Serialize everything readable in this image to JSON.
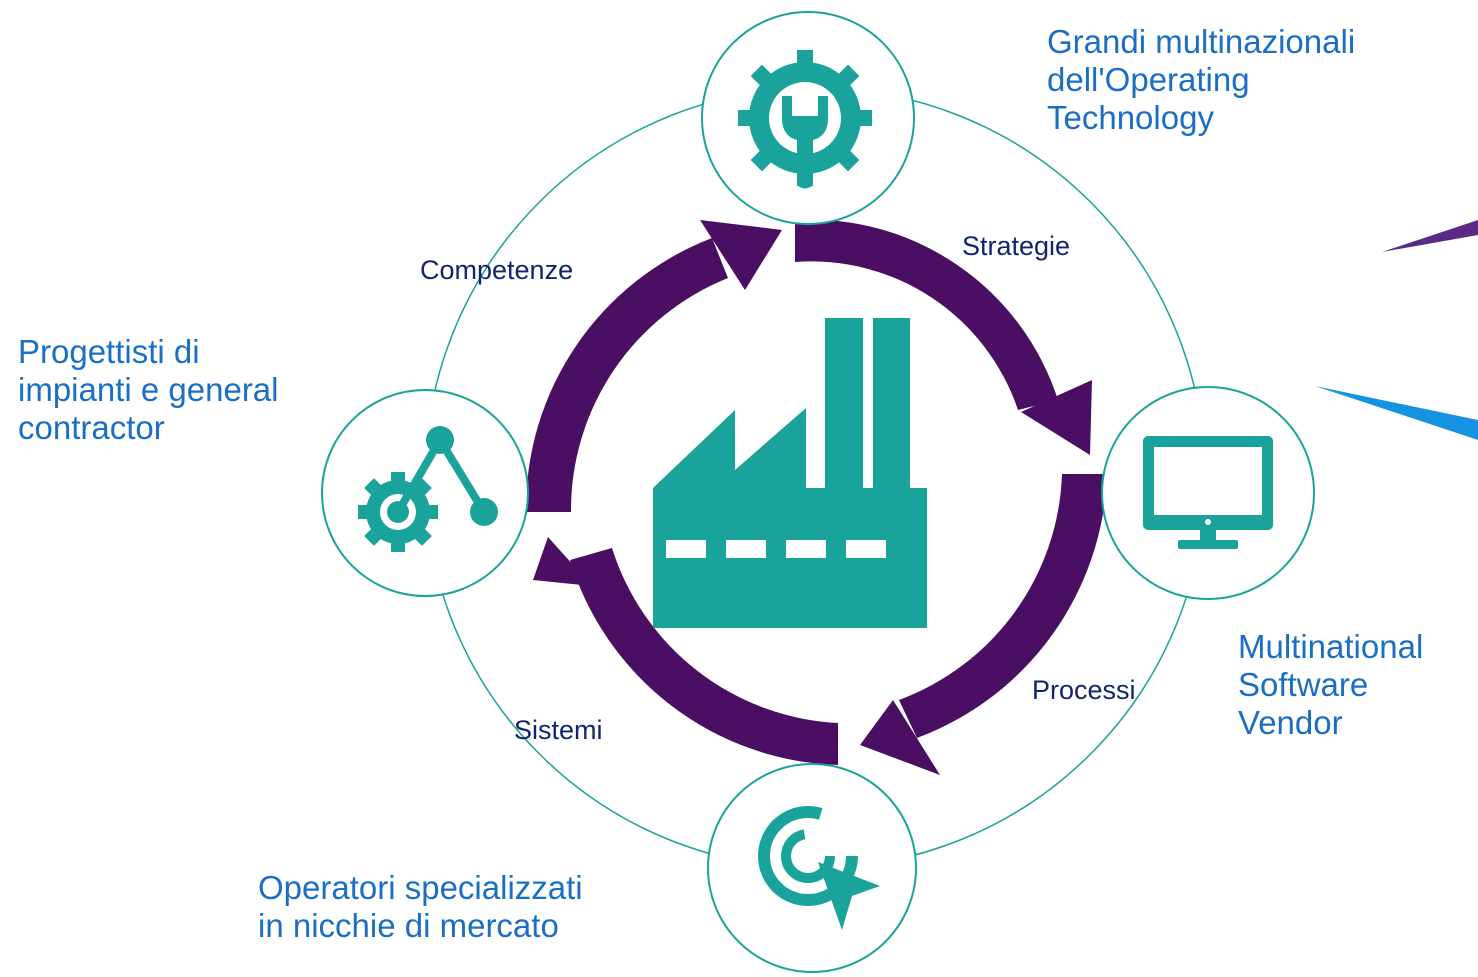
{
  "colors": {
    "teal": "#1aa39a",
    "purple": "#4a0f63",
    "label_blue": "#1a6fc4",
    "edge_navy": "#12246e",
    "blue_accent": "#1592e0"
  },
  "center": {
    "icon": "factory-icon"
  },
  "nodes": [
    {
      "id": "top",
      "icon": "gear-wrench-icon",
      "lines": [
        "Grandi multinazionali",
        "dell'Operating",
        "Technology"
      ]
    },
    {
      "id": "right",
      "icon": "monitor-icon",
      "lines": [
        "Multinational",
        "Software",
        "Vendor"
      ]
    },
    {
      "id": "bottom",
      "icon": "target-cursor-icon",
      "lines": [
        "Operatori specializzati",
        "in nicchie di mercato"
      ]
    },
    {
      "id": "left",
      "icon": "gear-network-icon",
      "lines": [
        "Progettisti di",
        "impianti e general",
        "contractor"
      ]
    }
  ],
  "edges": [
    {
      "id": "top-right",
      "label": "Strategie"
    },
    {
      "id": "right-bottom",
      "label": "Processi"
    },
    {
      "id": "bottom-left",
      "label": "Sistemi"
    },
    {
      "id": "left-top",
      "label": "Competenze"
    }
  ]
}
